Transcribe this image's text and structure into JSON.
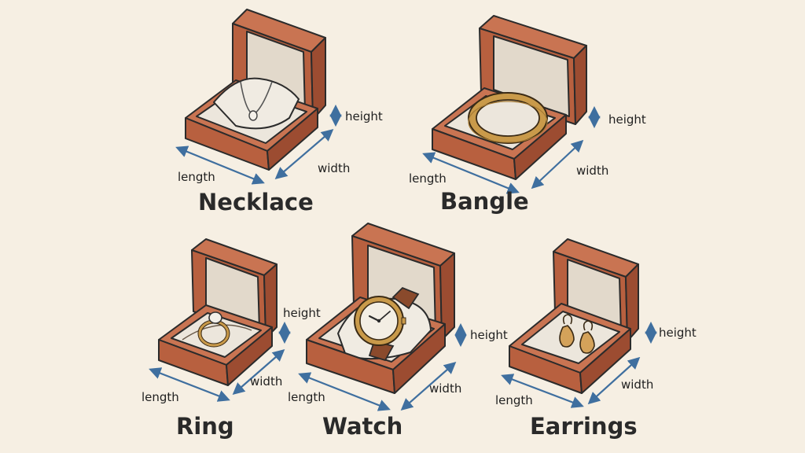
{
  "diagram": {
    "boxes": [
      {
        "id": "necklace",
        "name": "Necklace",
        "length_label": "length",
        "width_label": "width",
        "height_label": "height"
      },
      {
        "id": "bangle",
        "name": "Bangle",
        "length_label": "length",
        "width_label": "width",
        "height_label": "height"
      },
      {
        "id": "ring",
        "name": "Ring",
        "length_label": "length",
        "width_label": "width",
        "height_label": "height"
      },
      {
        "id": "watch",
        "name": "Watch",
        "length_label": "length",
        "width_label": "width",
        "height_label": "height"
      },
      {
        "id": "earrings",
        "name": "Earrings",
        "length_label": "length",
        "width_label": "width",
        "height_label": "height"
      }
    ],
    "colors": {
      "background": "#f6efe3",
      "wood_front": "#b8603f",
      "wood_side": "#9c4c31",
      "wood_top": "#c97452",
      "lining": "#ece6dc",
      "lid_inner": "#e2d9cb",
      "gold": "#c99a4a",
      "watch_strap": "#8a4a2c",
      "dimension_arrow": "#3f6f9f",
      "ink": "#2b2b2b"
    }
  }
}
